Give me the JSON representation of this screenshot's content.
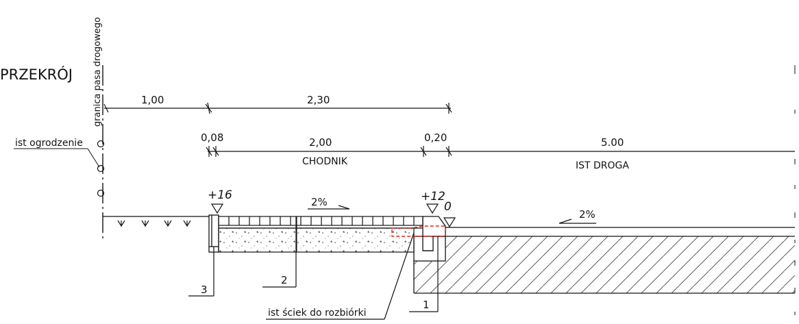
{
  "drawing": {
    "title": "PRZEKRÓJ",
    "boundary_label": "granica pasa drogowego",
    "fence_label": "ist ogrodzenie",
    "dimensions_top": [
      "1,00",
      "2,30"
    ],
    "dimensions_second": [
      "0,08",
      "2,00",
      "0,20",
      "5.00"
    ],
    "zone_labels": [
      "CHODNIK",
      "IST DROGA"
    ],
    "elevations": [
      "+16",
      "+12",
      "0"
    ],
    "slopes": [
      "2%",
      "2%"
    ],
    "callouts": {
      "item_3": "3",
      "item_2": "2",
      "item_1": "1",
      "gutter": "ist ściek do rozbiórki"
    },
    "colors": {
      "line": "#111111",
      "removal": "#e02020"
    }
  }
}
